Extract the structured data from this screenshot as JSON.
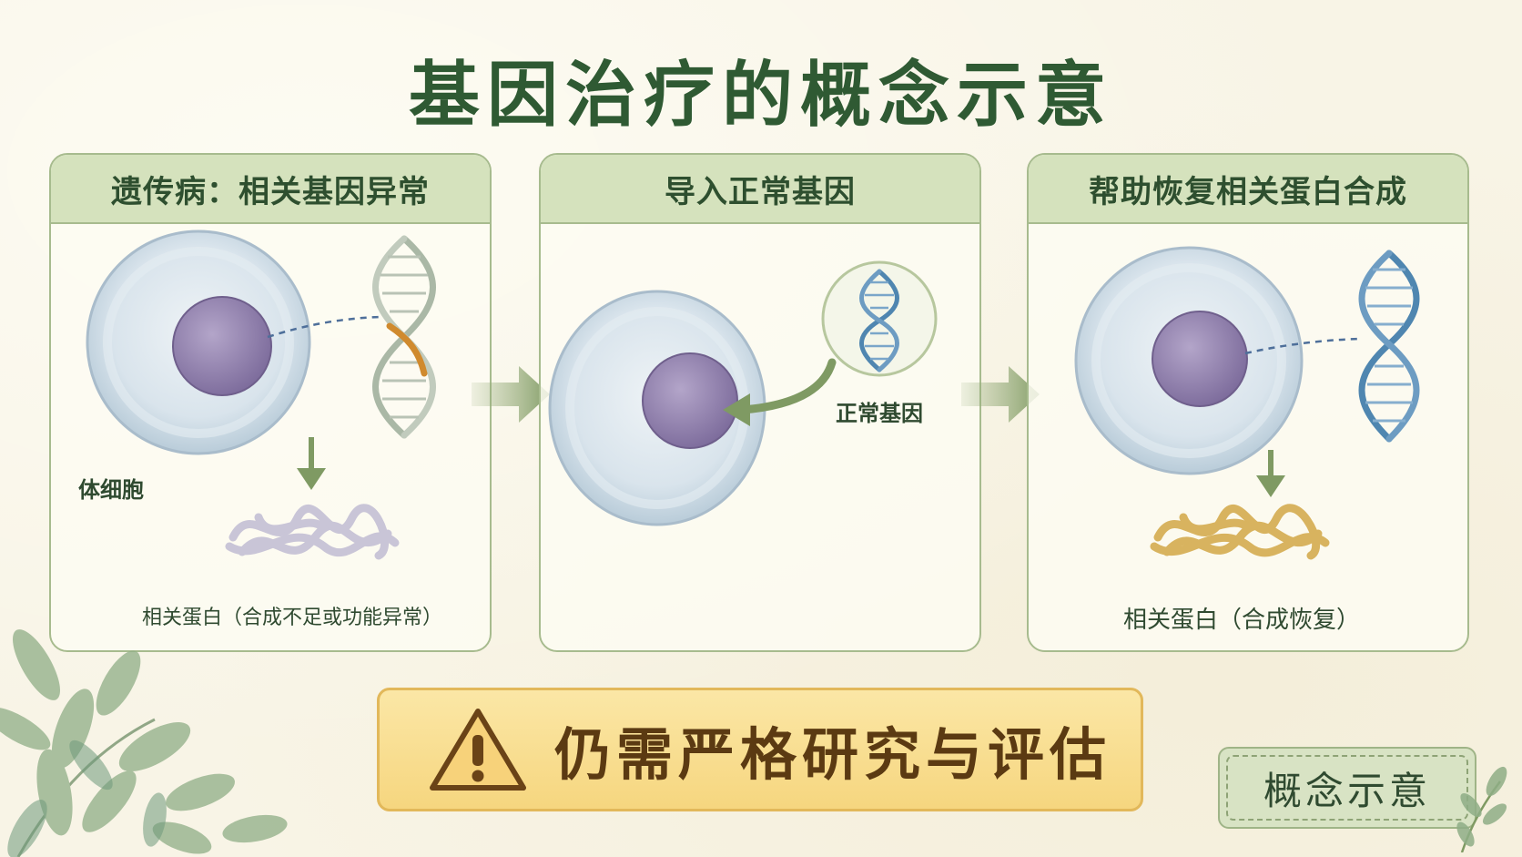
{
  "title": "基因治疗的概念示意",
  "panels": [
    {
      "header": "遗传病：相关基因异常",
      "cell_label": "体细胞",
      "protein_label": "相关蛋白（合成不足或功能异常）"
    },
    {
      "header": "导入正常基因",
      "gene_label": "正常基因"
    },
    {
      "header": "帮助恢复相关蛋白合成",
      "protein_label": "相关蛋白（合成恢复）"
    }
  ],
  "warning": {
    "text": "仍需严格研究与评估",
    "icon": "warning-triangle-icon"
  },
  "badge": {
    "text": "概念示意"
  },
  "colors": {
    "header_bg": "#d5e2bd",
    "panel_border": "#a7bb8e",
    "title": "#2f5a33",
    "faulty_gene_segment": "#d08a2e",
    "normal_dna": "#4f86b0",
    "nucleus": "#8b7aa6",
    "normal_protein": "#d7b058",
    "warning_bg": "#f6d67f"
  }
}
